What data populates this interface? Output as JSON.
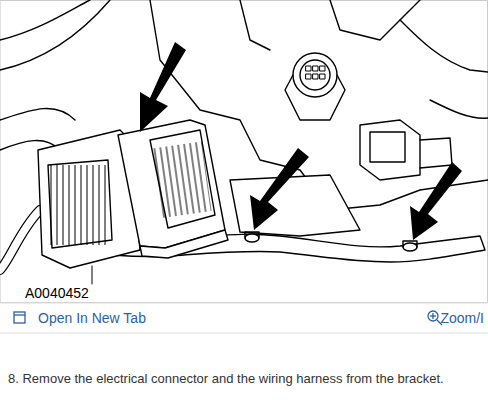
{
  "diagram": {
    "caption": "8. Remove the electrical connector and the wiring harness from the bracket.",
    "labels": [
      "A0040452",
      "Open In New Tab",
      "Zoom/I"
    ]
  }
}
